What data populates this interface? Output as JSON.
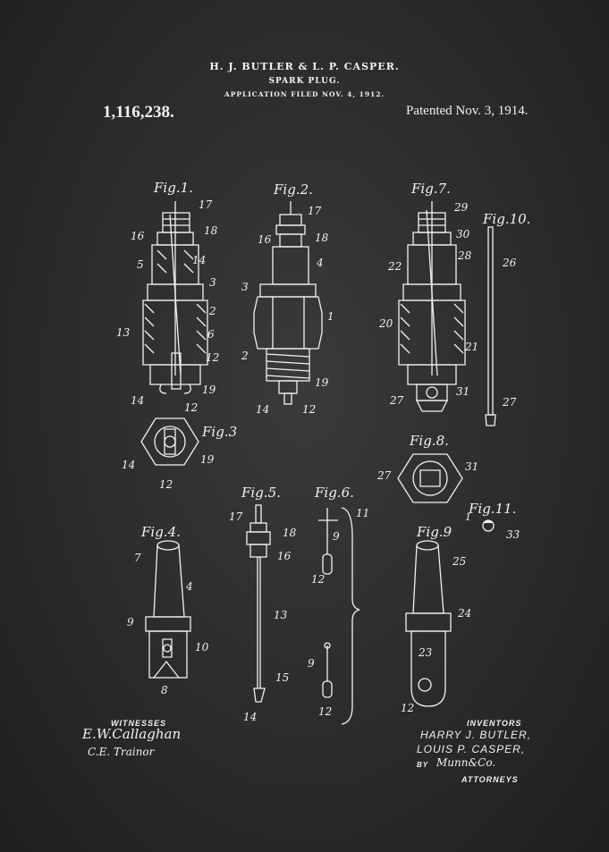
{
  "header": {
    "inventors_line": "H. J. BUTLER & L. P. CASPER.",
    "title": "SPARK PLUG.",
    "filed": "APPLICATION FILED NOV. 4, 1912.",
    "patent_number": "1,116,238.",
    "patent_date": "Patented Nov. 3, 1914."
  },
  "figures": {
    "fig1": "Fig.1.",
    "fig2": "Fig.2.",
    "fig3": "Fig.3",
    "fig4": "Fig.4.",
    "fig5": "Fig.5.",
    "fig6": "Fig.6.",
    "fig7": "Fig.7.",
    "fig8": "Fig.8.",
    "fig9": "Fig.9",
    "fig10": "Fig.10.",
    "fig11": "Fig.11."
  },
  "refs": {
    "r17": "17",
    "r18": "18",
    "r16": "16",
    "r5": "5",
    "r14": "14",
    "r3": "3",
    "r2": "2",
    "r6": "6",
    "r13": "13",
    "r12": "12",
    "r19": "19",
    "r1": "1",
    "r4": "4",
    "r7": "7",
    "r8": "8",
    "r9": "9",
    "r10": "10",
    "r11": "11",
    "r15": "15",
    "r20": "20",
    "r21": "21",
    "r22": "22",
    "r23": "23",
    "r24": "24",
    "r25": "25",
    "r26": "26",
    "r27": "27",
    "r28": "28",
    "r29": "29",
    "r30": "30",
    "r31": "31",
    "r33": "33"
  },
  "footer": {
    "witnesses_label": "WITNESSES",
    "witness1": "E.W.Callaghan",
    "witness2": "C.E. Trainor",
    "inventors_label": "INVENTORS",
    "inventor1": "HARRY J. BUTLER,",
    "inventor2": "LOUIS P. CASPER,",
    "by": "BY",
    "attorney_sig": "Munn&Co.",
    "attorneys_label": "ATTORNEYS"
  },
  "colors": {
    "background": "#2b2b2b",
    "ink": "#f2f2f2"
  }
}
